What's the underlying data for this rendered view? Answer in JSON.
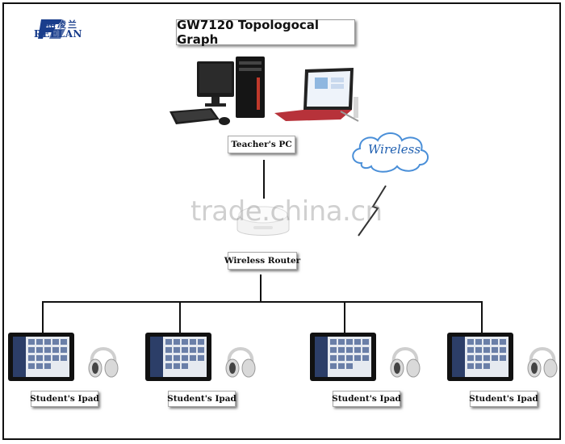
{
  "title": "GW7120 Topologocal Graph",
  "logo": {
    "cn": "格凌兰",
    "en": "REELAN",
    "mark": "G"
  },
  "teacher_label": "Teacher's PC",
  "router_label": "Wireless Router",
  "wireless_label": "Wireless",
  "watermark": "trade.china.cn",
  "students": [
    {
      "label": "Student's Ipad"
    },
    {
      "label": "Student's Ipad"
    },
    {
      "label": "Student's Ipad"
    },
    {
      "label": "Student's Ipad"
    }
  ],
  "colors": {
    "brand": "#1a3e8c",
    "line": "#111111",
    "wireless": "#1f5fb0",
    "cloud_edge": "#4a8fd8"
  }
}
